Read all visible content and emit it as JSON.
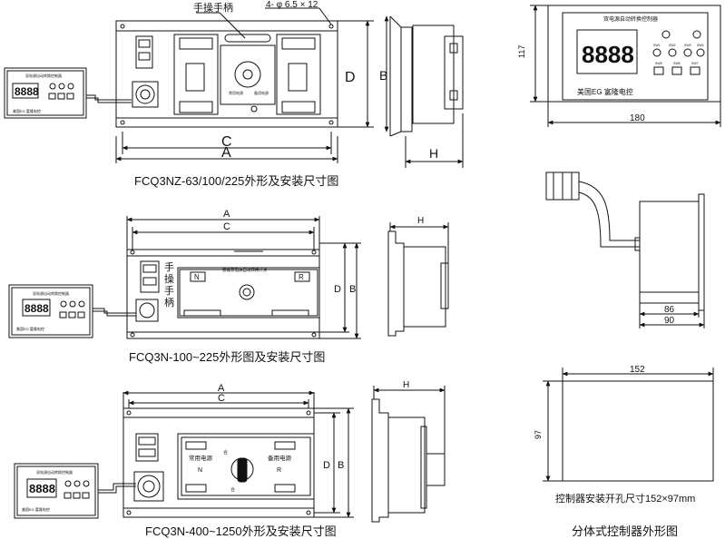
{
  "titles": {
    "fig1": "FCQ3NZ-63/100/225外形及安装尺寸图",
    "fig2": "FCQ3N-100~225外形图及安装尺寸图",
    "fig3": "FCQ3N-400~1250外形及安装尺寸图",
    "fig4": "分体式控制器外形图"
  },
  "labels": {
    "handle": "手操手柄",
    "handle_v": [
      "手",
      "操",
      "手",
      "柄"
    ],
    "holes": "4- φ 6.5 × 12",
    "A": "A",
    "B": "B",
    "C": "C",
    "D": "D",
    "H": "H",
    "N": "N",
    "R": "R",
    "common_power": "常用电源",
    "backup_power": "备用电源",
    "he": "合",
    "switch_title": "智能双电源自动转换开关",
    "controller_title": "双电源自动转换控制器",
    "controller_brand": "美国EG 富隆电控",
    "controller_brand_short": "美国EG   富隆电控",
    "display_digits": "8888",
    "button_labels": [
      "SW1",
      "SW2",
      "SW3",
      "SW4"
    ],
    "bottom_button_labels": [
      "SW5",
      "SW6",
      "SW7"
    ],
    "cutout_note": "控制器安装开孔尺寸152×97mm"
  },
  "dimensions": {
    "controller_height": "117",
    "controller_width": "180",
    "side_depth_1": "86",
    "side_depth_2": "90",
    "cutout_width": "152",
    "cutout_height": "97"
  }
}
